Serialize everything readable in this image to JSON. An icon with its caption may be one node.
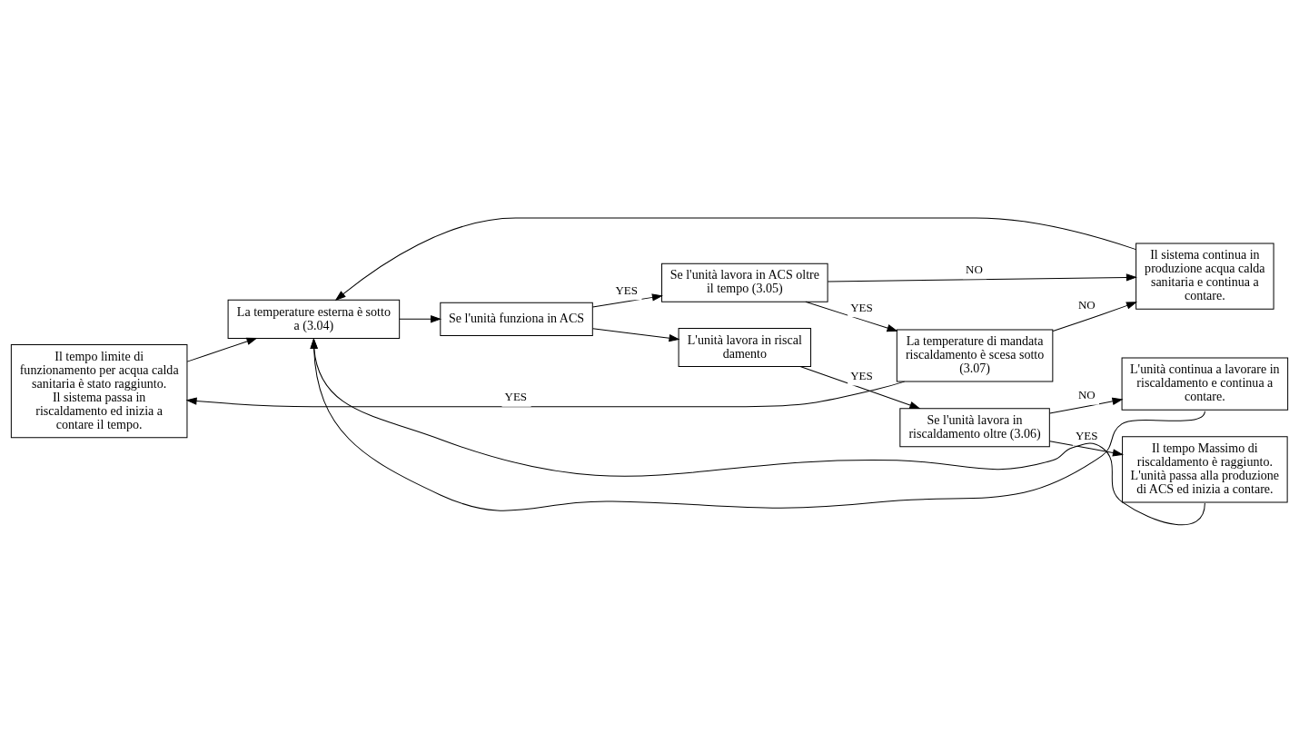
{
  "diagram": {
    "nodes": [
      {
        "text": [
          "Il tempo limite di funzionamento per acqua calda sanitaria è stato raggiunto. Il sistema passa in riscaldamento ed inizia a contare il tempo."
        ]
      },
      {
        "text": [
          "Il sistema continua in produzione acqua calda sanitaria e continua a contare."
        ]
      },
      {
        "text": [
          "La temperature esterna è sotto a (3.04)"
        ]
      },
      {
        "text": [
          "Se l'unità funziona in ACS"
        ]
      },
      {
        "text": [
          "Se l'unità lavora in ACS oltre il tempo (3.05)"
        ]
      },
      {
        "text": [
          "La temperature di mandata riscaldamento è scesa sotto (3.07)"
        ]
      },
      {
        "text": [
          "L'unità lavora in riscal damento"
        ]
      },
      {
        "text": [
          "Se l'unità lavora in riscaldamento oltre (3.06)"
        ]
      },
      {
        "text": [
          "Il tempo Massimo di riscaldamento è raggiunto. L'unità passa alla produzione di ACS ed inizia a contare."
        ]
      },
      {
        "text": [
          "L'unità continua a lavorare in riscaldamento e continua a contare."
        ]
      }
    ],
    "edges": [
      {
        "from": 2,
        "to": 3,
        "arrow": "to"
      },
      {
        "from": 3,
        "to": 4,
        "arrow": "to",
        "label": "YES"
      },
      {
        "from": 4,
        "to": 5,
        "arrow": "to",
        "label": "YES"
      },
      {
        "from": 4,
        "to": 1,
        "arrow": "to",
        "label": "NO"
      },
      {
        "from": 5,
        "to": 0,
        "arrow": "to",
        "label": "YES"
      },
      {
        "from": 5,
        "to": 1,
        "arrow": "to",
        "label": "NO"
      },
      {
        "from": 3,
        "to": 6,
        "arrow": "to"
      },
      {
        "from": 6,
        "to": 7,
        "arrow": "to",
        "label": "YES"
      },
      {
        "from": 7,
        "to": 8,
        "arrow": "to",
        "label": "YES"
      },
      {
        "from": 7,
        "to": 9,
        "arrow": "to",
        "label": "NO"
      },
      {
        "from": 0,
        "to": 2,
        "arrow": "to"
      },
      {
        "from": 1,
        "to": 2,
        "arrow": "to"
      },
      {
        "from": 9,
        "to": 2,
        "arrow": "to"
      },
      {
        "from": 8,
        "to": 2,
        "arrow": "to"
      }
    ]
  }
}
